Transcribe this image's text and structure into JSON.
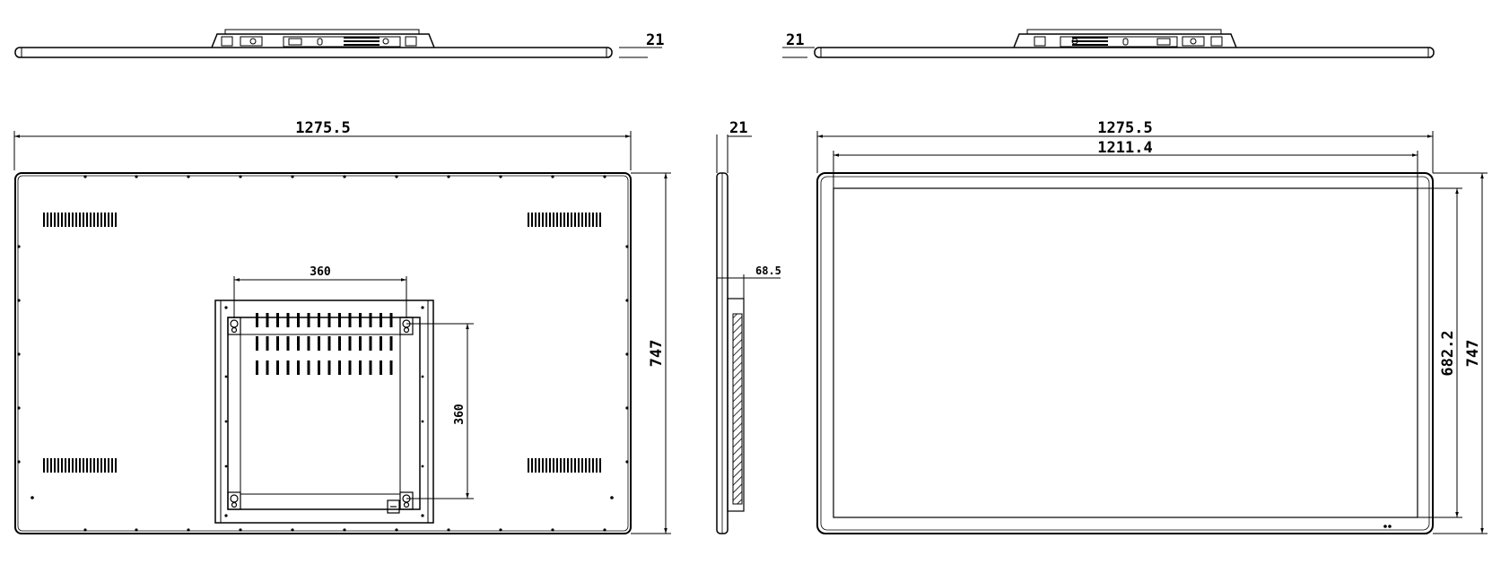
{
  "dimensions": {
    "depth": "21",
    "rear_width": "1275.5",
    "vesa_horizontal": "360",
    "vesa_vertical": "360",
    "total_height": "747",
    "side_offset": "68.5",
    "front_width": "1275.5",
    "active_area_width": "1211.4",
    "active_area_height": "682.2"
  }
}
